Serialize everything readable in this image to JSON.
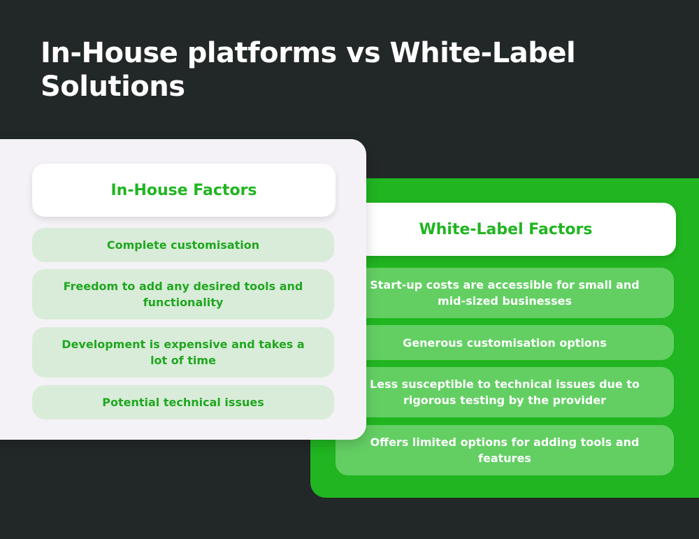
{
  "title": "In-House platforms vs White-Label Solutions",
  "in_house": {
    "heading": "In-House Factors",
    "items": [
      "Complete customisation",
      "Freedom to add any desired tools and functionality",
      "Development is expensive and takes a lot of time",
      "Potential technical issues"
    ]
  },
  "white_label": {
    "heading": "White-Label Factors",
    "items": [
      "Start-up costs are accessible for small and mid-sized businesses",
      "Generous customisation options",
      "Less susceptible to technical issues due to rigorous testing by the provider",
      "Offers limited options for adding tools and features"
    ]
  },
  "colors": {
    "background": "#222727",
    "accent_green": "#21b521",
    "light_panel": "#f4f2f6",
    "light_item": "#d9ecd9",
    "green_item": "#63cf63"
  }
}
